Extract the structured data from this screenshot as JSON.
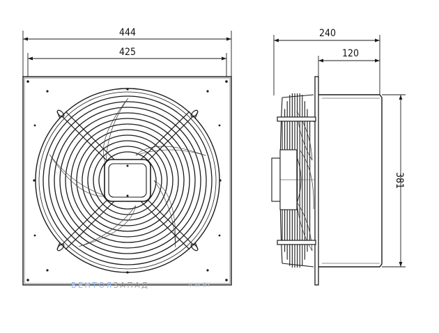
{
  "dimensions": {
    "overall_width": "444",
    "grille_width": "425",
    "total_depth": "240",
    "housing_depth": "120",
    "housing_height": "381"
  },
  "watermark": {
    "brand_blue": "ВЕНТОЯ",
    "brand_gray": "ЗАПАД",
    "url": "V.W.BY"
  },
  "colors": {
    "line": "#1a1a1a",
    "watermark_blue": "#8fb3e8",
    "watermark_gray": "#9a9a9a",
    "watermark_url": "#c5ccd8"
  }
}
